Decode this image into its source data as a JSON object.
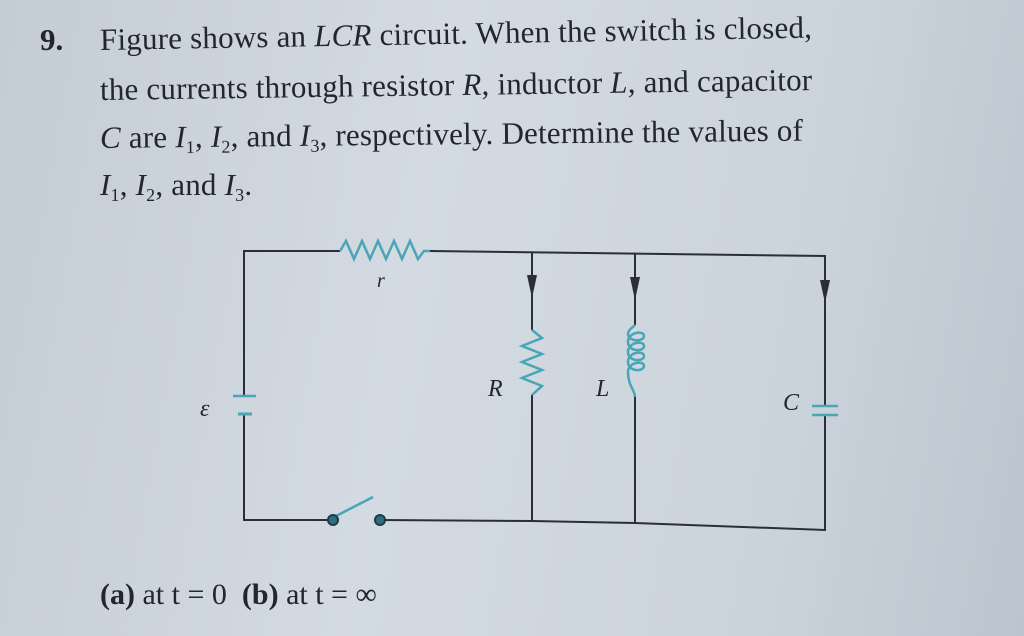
{
  "problem": {
    "number": "9.",
    "line1": {
      "a": "Figure shows an ",
      "b": "LCR",
      "c": " circuit. When the switch is closed,"
    },
    "line2": {
      "a": "the currents through resistor ",
      "b": "R",
      "c": ", inductor ",
      "d": "L",
      "e": ", and capacitor"
    },
    "line3": {
      "a": "C",
      "b": " are ",
      "c": "I",
      "c1": "1",
      "d": ", ",
      "e": "I",
      "e1": "2",
      "f": ", and ",
      "g": "I",
      "g1": "3",
      "h": ", respectively. Determine the values of"
    },
    "line4": {
      "a": "I",
      "a1": "1",
      "b": ", ",
      "c": "I",
      "c1": "2",
      "d": ", and ",
      "e": "I",
      "e1": "3",
      "f": "."
    }
  },
  "circuit": {
    "labels": {
      "emf": "ε",
      "r": "r",
      "R": "R",
      "L": "L",
      "C": "C"
    },
    "wire_color": "#2b2e36",
    "component_color": "#4aa5b6"
  },
  "parts": {
    "a_label": "(a)",
    "a_text": "at t = 0",
    "b_label": "(b)",
    "b_text": "at t = ∞"
  }
}
